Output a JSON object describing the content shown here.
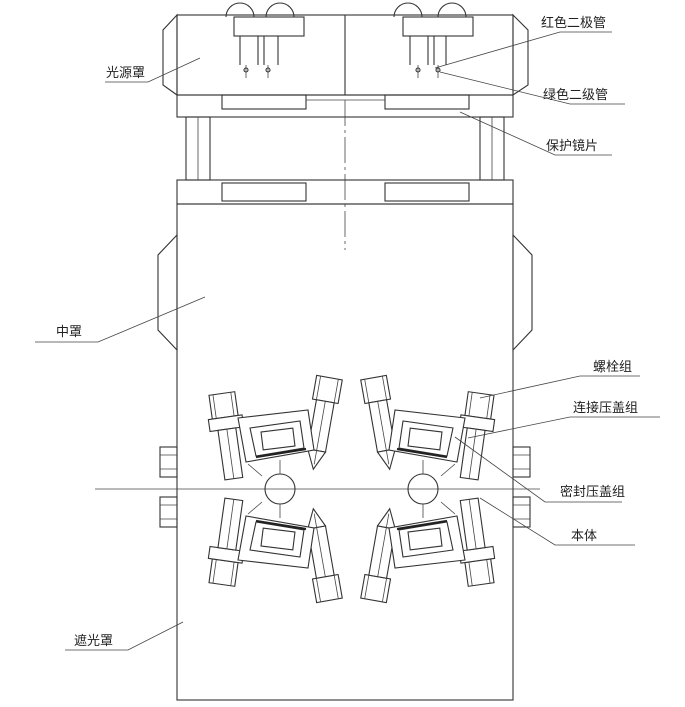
{
  "labels": {
    "light_source_cover": "光源罩",
    "red_diode": "红色二极管",
    "green_diode": "绿色二级管",
    "protective_lens": "保护镜片",
    "middle_cover": "中罩",
    "bolt_group": "螺栓组",
    "connection_gland_group": "连接压盖组",
    "seal_gland_group": "密封压盖组",
    "body": "本体",
    "shade_cover": "遮光罩"
  },
  "colors": {
    "line": "#333333",
    "background": "#ffffff"
  }
}
